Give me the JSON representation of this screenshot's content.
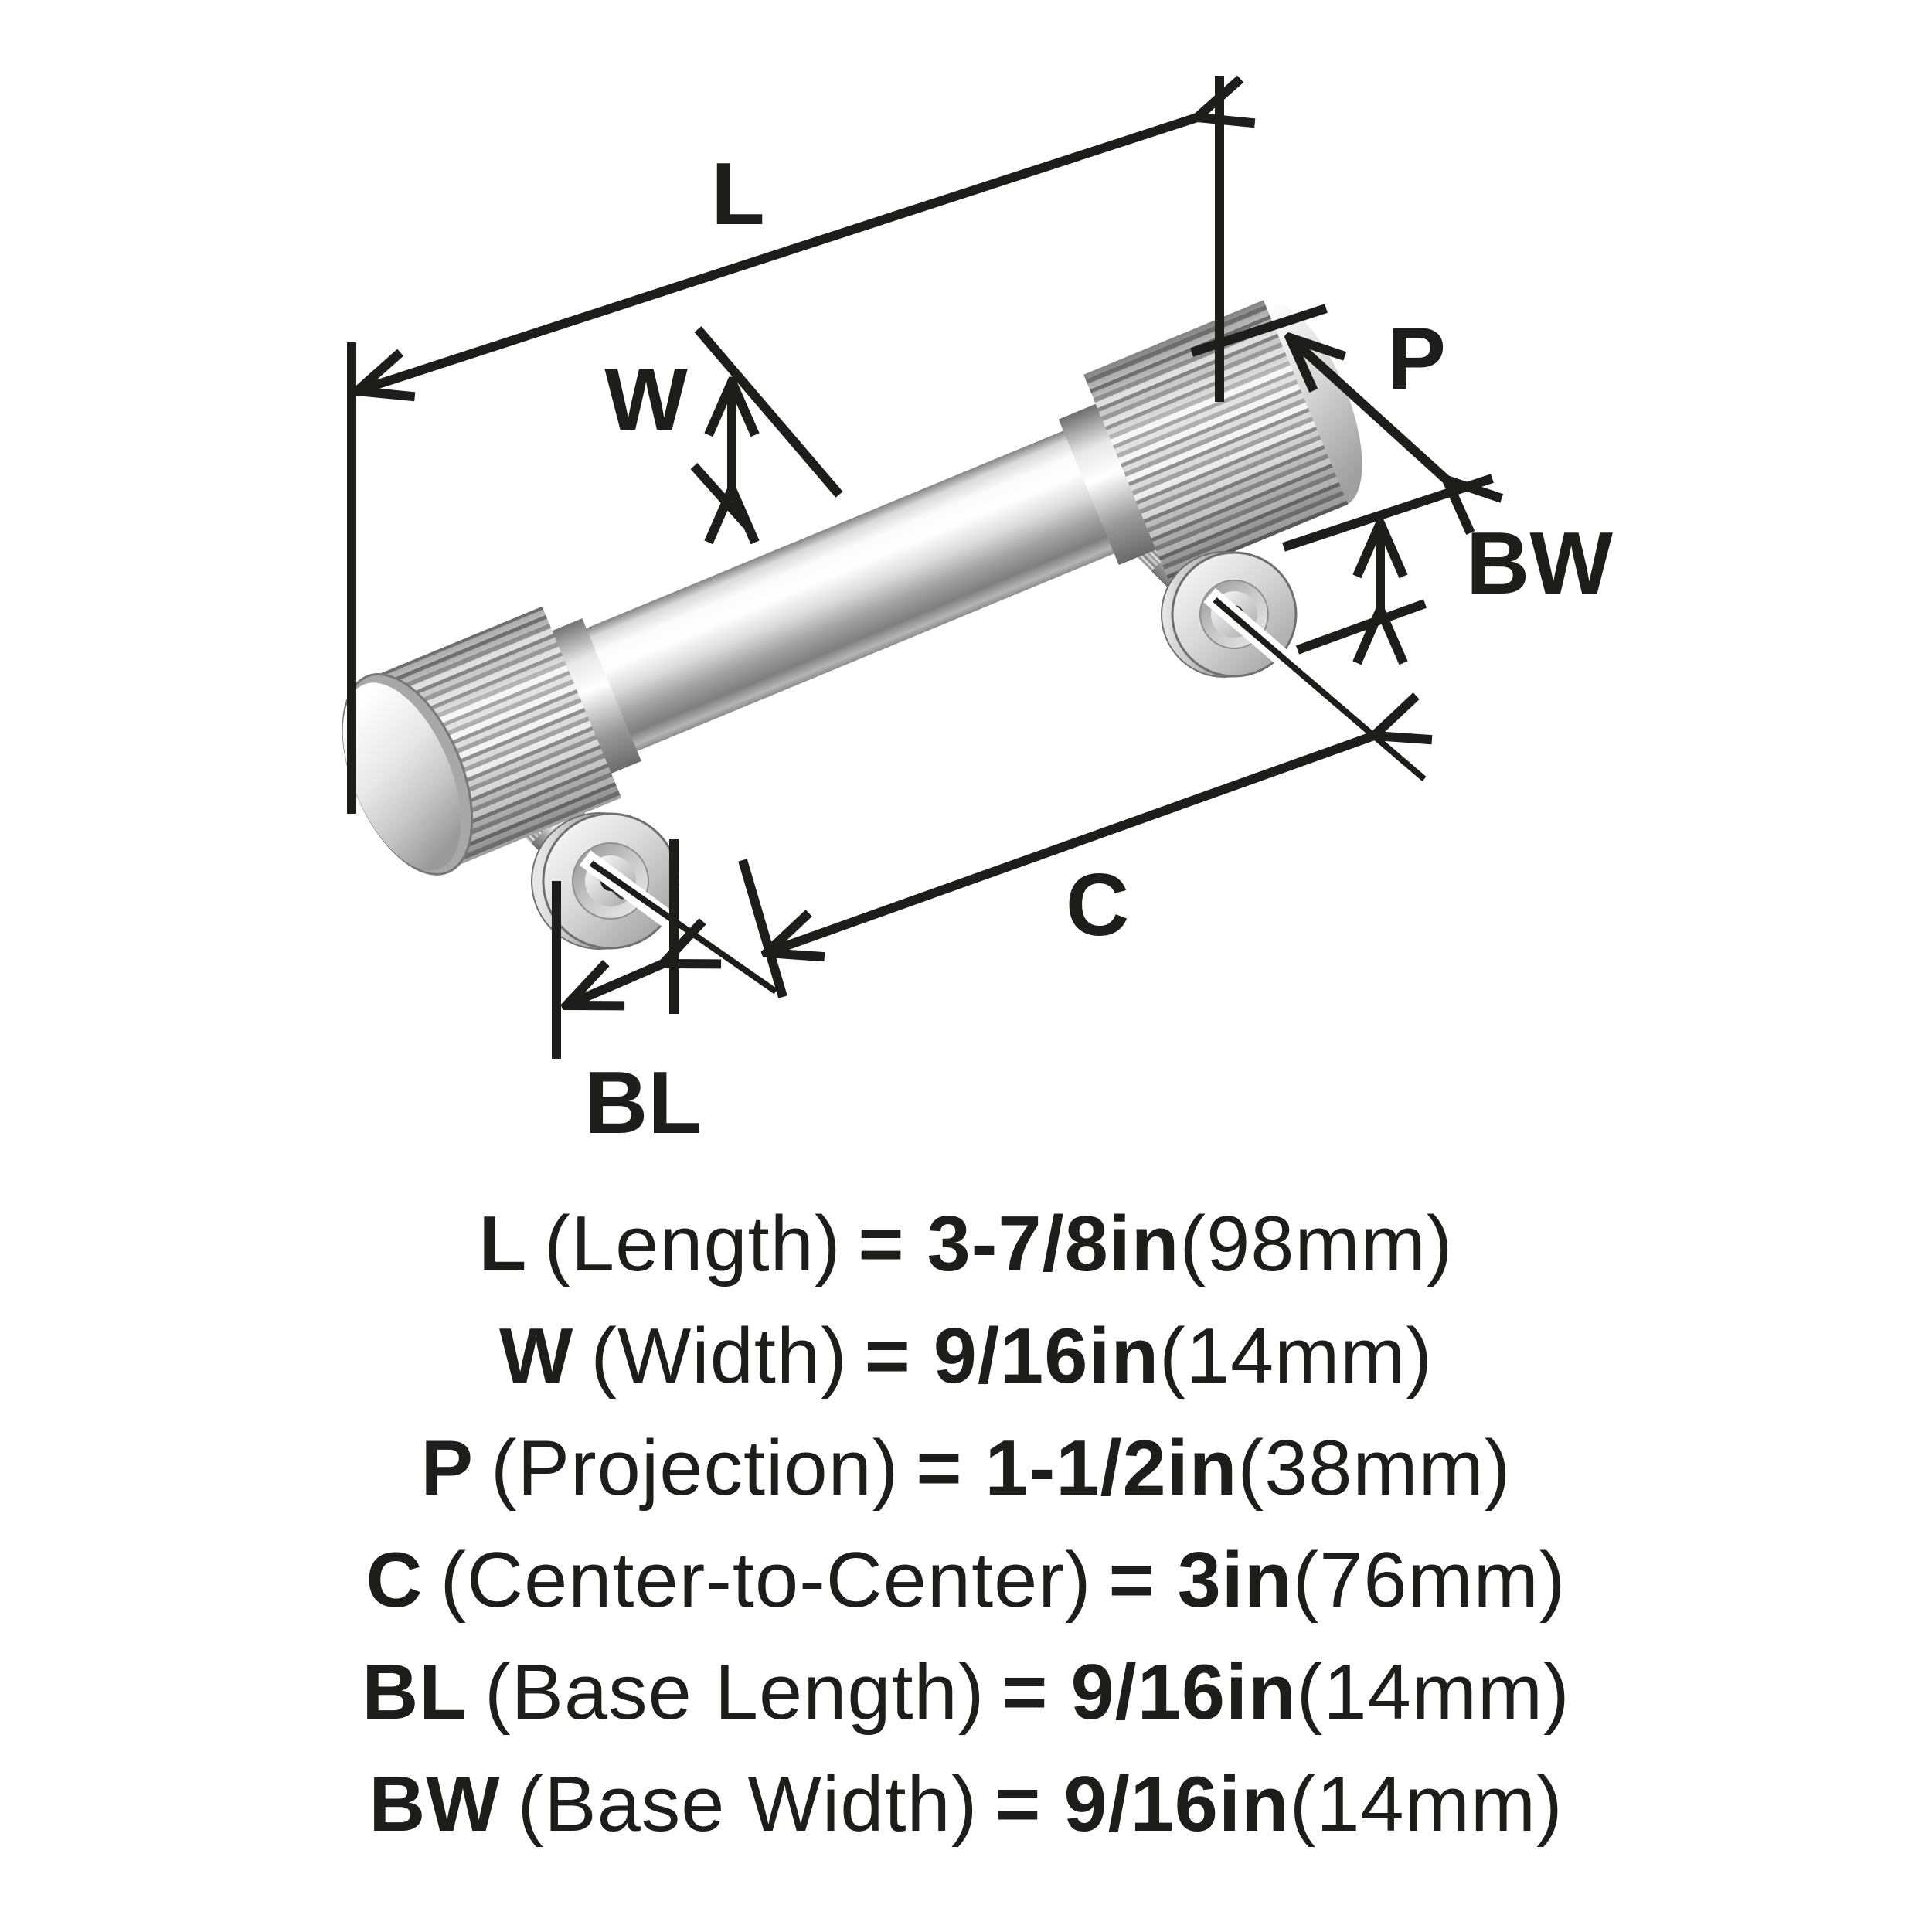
{
  "diagram": {
    "dim_labels": {
      "L": "L",
      "W": "W",
      "P": "P",
      "BW": "BW",
      "C": "C",
      "BL": "BL"
    },
    "product_name": "bar-pull-handle"
  },
  "specs": [
    {
      "abbr": "L",
      "desc": "(Length)",
      "eq": "= 3-7/8in",
      "metric": "(98mm)"
    },
    {
      "abbr": "W",
      "desc": "(Width)",
      "eq": "= 9/16in",
      "metric": "(14mm)"
    },
    {
      "abbr": "P",
      "desc": "(Projection)",
      "eq": "= 1-1/2in",
      "metric": "(38mm)"
    },
    {
      "abbr": "C",
      "desc": "(Center-to-Center)",
      "eq": "= 3in",
      "metric": "(76mm)"
    },
    {
      "abbr": "BL",
      "desc": "(Base Length)",
      "eq": "= 9/16in",
      "metric": "(14mm)"
    },
    {
      "abbr": "BW",
      "desc": "(Base Width)",
      "eq": "= 9/16in",
      "metric": "(14mm)"
    }
  ],
  "colors": {
    "ink": "#1d1d1b",
    "background": "#ffffff",
    "metal_light": "#f5f5f5",
    "metal_dark": "#8a8a8a"
  }
}
